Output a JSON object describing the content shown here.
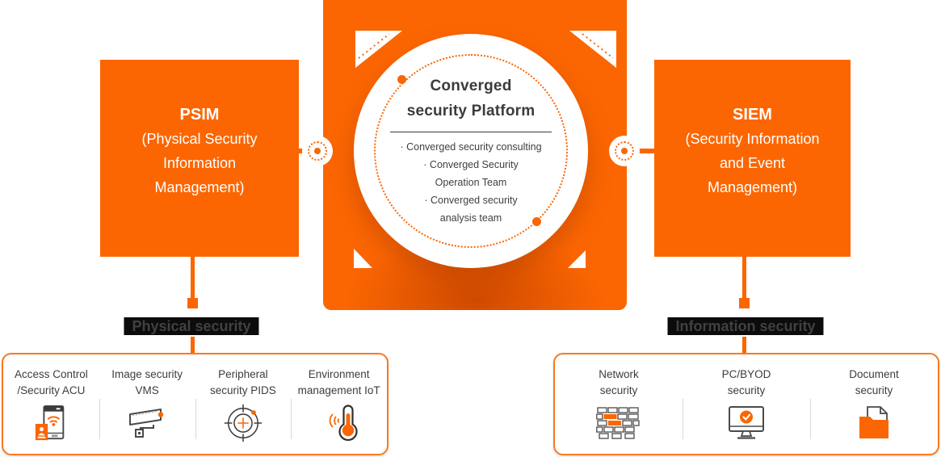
{
  "colors": {
    "orange": "#fb6602",
    "text_dark": "#3b3b3b",
    "label_bg": "#0c0c0c",
    "label_text": "#414141",
    "box_text": "#ffffff",
    "bottom_border": "#f9791f"
  },
  "platform": {
    "title_line1": "Converged",
    "title_line2": "security Platform",
    "service_lines": [
      "· Converged security consulting",
      "· Converged Security",
      "Operation Team",
      "· Converged security",
      "analysis team"
    ]
  },
  "psim": {
    "title": "PSIM",
    "subtitle_lines": [
      "(Physical Security",
      "Information",
      "Management)"
    ]
  },
  "siem": {
    "title": "SIEM",
    "subtitle_lines": [
      "(Security Information",
      "and Event",
      "Management)"
    ]
  },
  "section_labels": {
    "physical": "Physical security",
    "information": "Information security"
  },
  "physical_items": [
    {
      "line1": "Access Control",
      "line2": "/Security ACU",
      "icon": "smartphone-access-icon"
    },
    {
      "line1": "Image security",
      "line2": "VMS",
      "icon": "cctv-camera-icon"
    },
    {
      "line1": "Peripheral",
      "line2": "security PIDS",
      "icon": "perimeter-radar-icon"
    },
    {
      "line1": "Environment",
      "line2": "management IoT",
      "icon": "iot-thermometer-icon"
    }
  ],
  "information_items": [
    {
      "line1": "Network",
      "line2": "security",
      "icon": "firewall-brick-icon"
    },
    {
      "line1": "PC/BYOD",
      "line2": "security",
      "icon": "monitor-check-icon"
    },
    {
      "line1": "Document",
      "line2": "security",
      "icon": "secure-folder-icon"
    }
  ]
}
